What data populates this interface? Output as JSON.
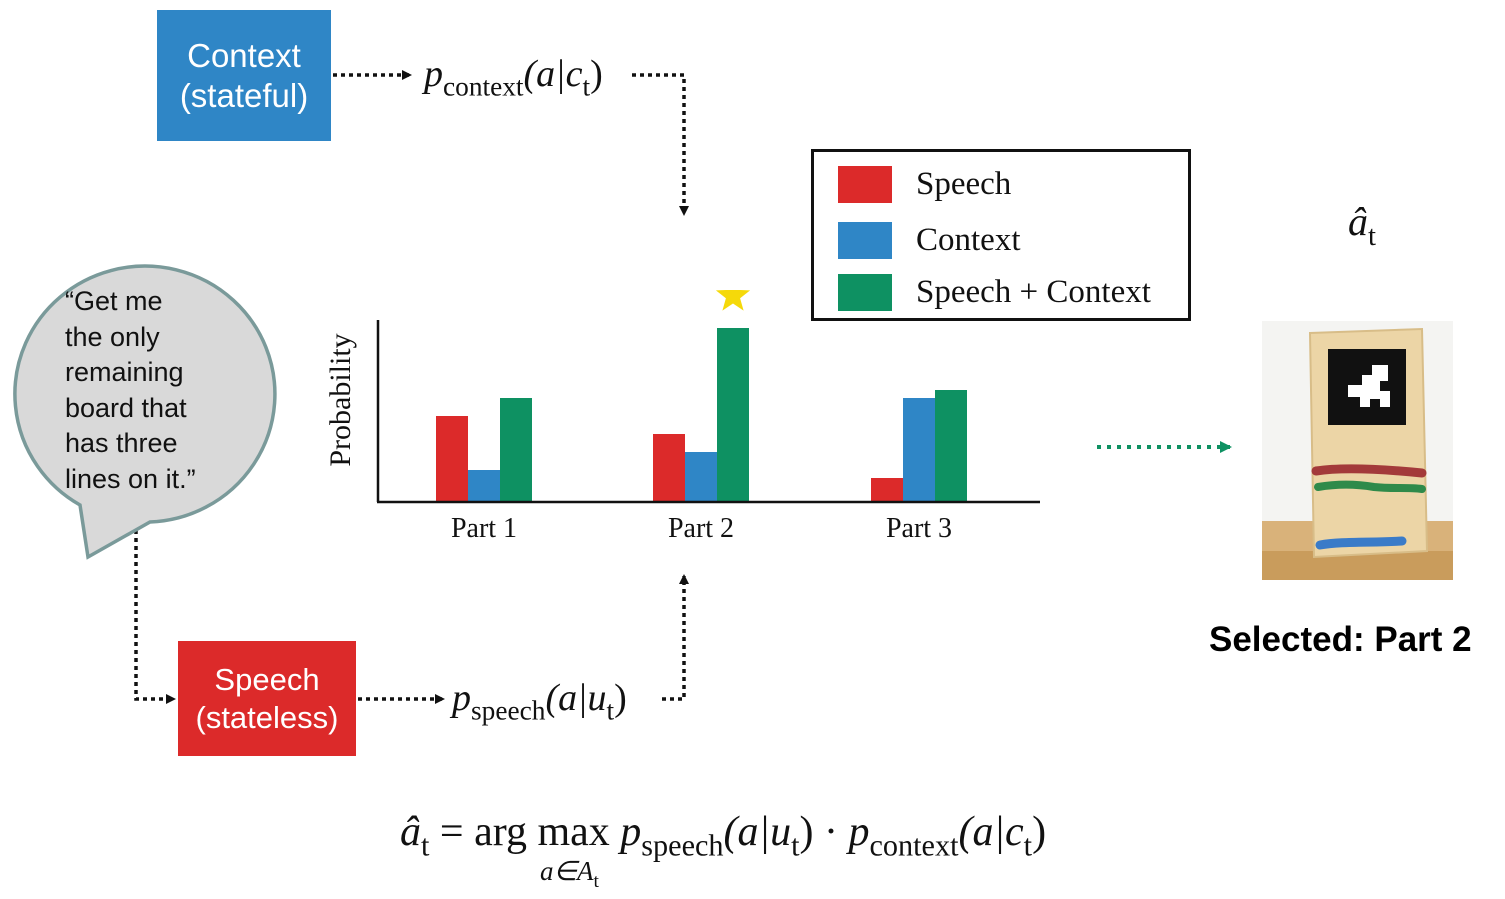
{
  "context_box": {
    "line1": "Context",
    "line2": "(stateful)"
  },
  "speech_box": {
    "line1": "Speech",
    "line2": "(stateless)"
  },
  "p_context": {
    "symbol": "p",
    "sub": "context",
    "arg": "(a|c",
    "arg_sub": "t",
    "close": ")"
  },
  "p_speech": {
    "symbol": "p",
    "sub": "speech",
    "arg": "(a|u",
    "arg_sub": "t",
    "close": ")"
  },
  "bubble_quote": "“Get me\nthe only\nremaining\nboard that\nhas three\nlines on it.”",
  "legend": {
    "items": [
      {
        "label": "Speech",
        "color": "#dc2a2a"
      },
      {
        "label": "Context",
        "color": "#2f86c6"
      },
      {
        "label": "Speech + Context",
        "color": "#0e9162"
      }
    ]
  },
  "a_hat": {
    "symbol": "â",
    "sub": "t"
  },
  "selected_label": "Selected: Part 2",
  "formula": {
    "lhs": "â",
    "lhs_sub": "t",
    "eq": " = ",
    "op": "arg max ",
    "p1": "p",
    "p1_sub": "speech",
    "p1_arg": "(a|u",
    "p1_arg_sub": "t",
    "dot": ") · ",
    "p2": "p",
    "p2_sub": "context",
    "p2_arg": "(a|c",
    "p2_arg_sub": "t",
    "close": ")",
    "under": "a∈A",
    "under_sub": "t"
  },
  "chart_data": {
    "type": "bar",
    "ylabel": "Probability",
    "categories": [
      "Part 1",
      "Part 2",
      "Part 3"
    ],
    "series": [
      {
        "name": "Speech",
        "color": "#dc2a2a",
        "values": [
          0.43,
          0.34,
          0.12
        ]
      },
      {
        "name": "Context",
        "color": "#2f86c6",
        "values": [
          0.16,
          0.25,
          0.52
        ]
      },
      {
        "name": "Speech + Context",
        "color": "#0e9162",
        "values": [
          0.52,
          0.87,
          0.56
        ]
      }
    ],
    "ylim": [
      0,
      1
    ],
    "highlight": {
      "category": "Part 2",
      "series": "Speech + Context",
      "marker": "star",
      "color": "#f5d90a"
    }
  }
}
